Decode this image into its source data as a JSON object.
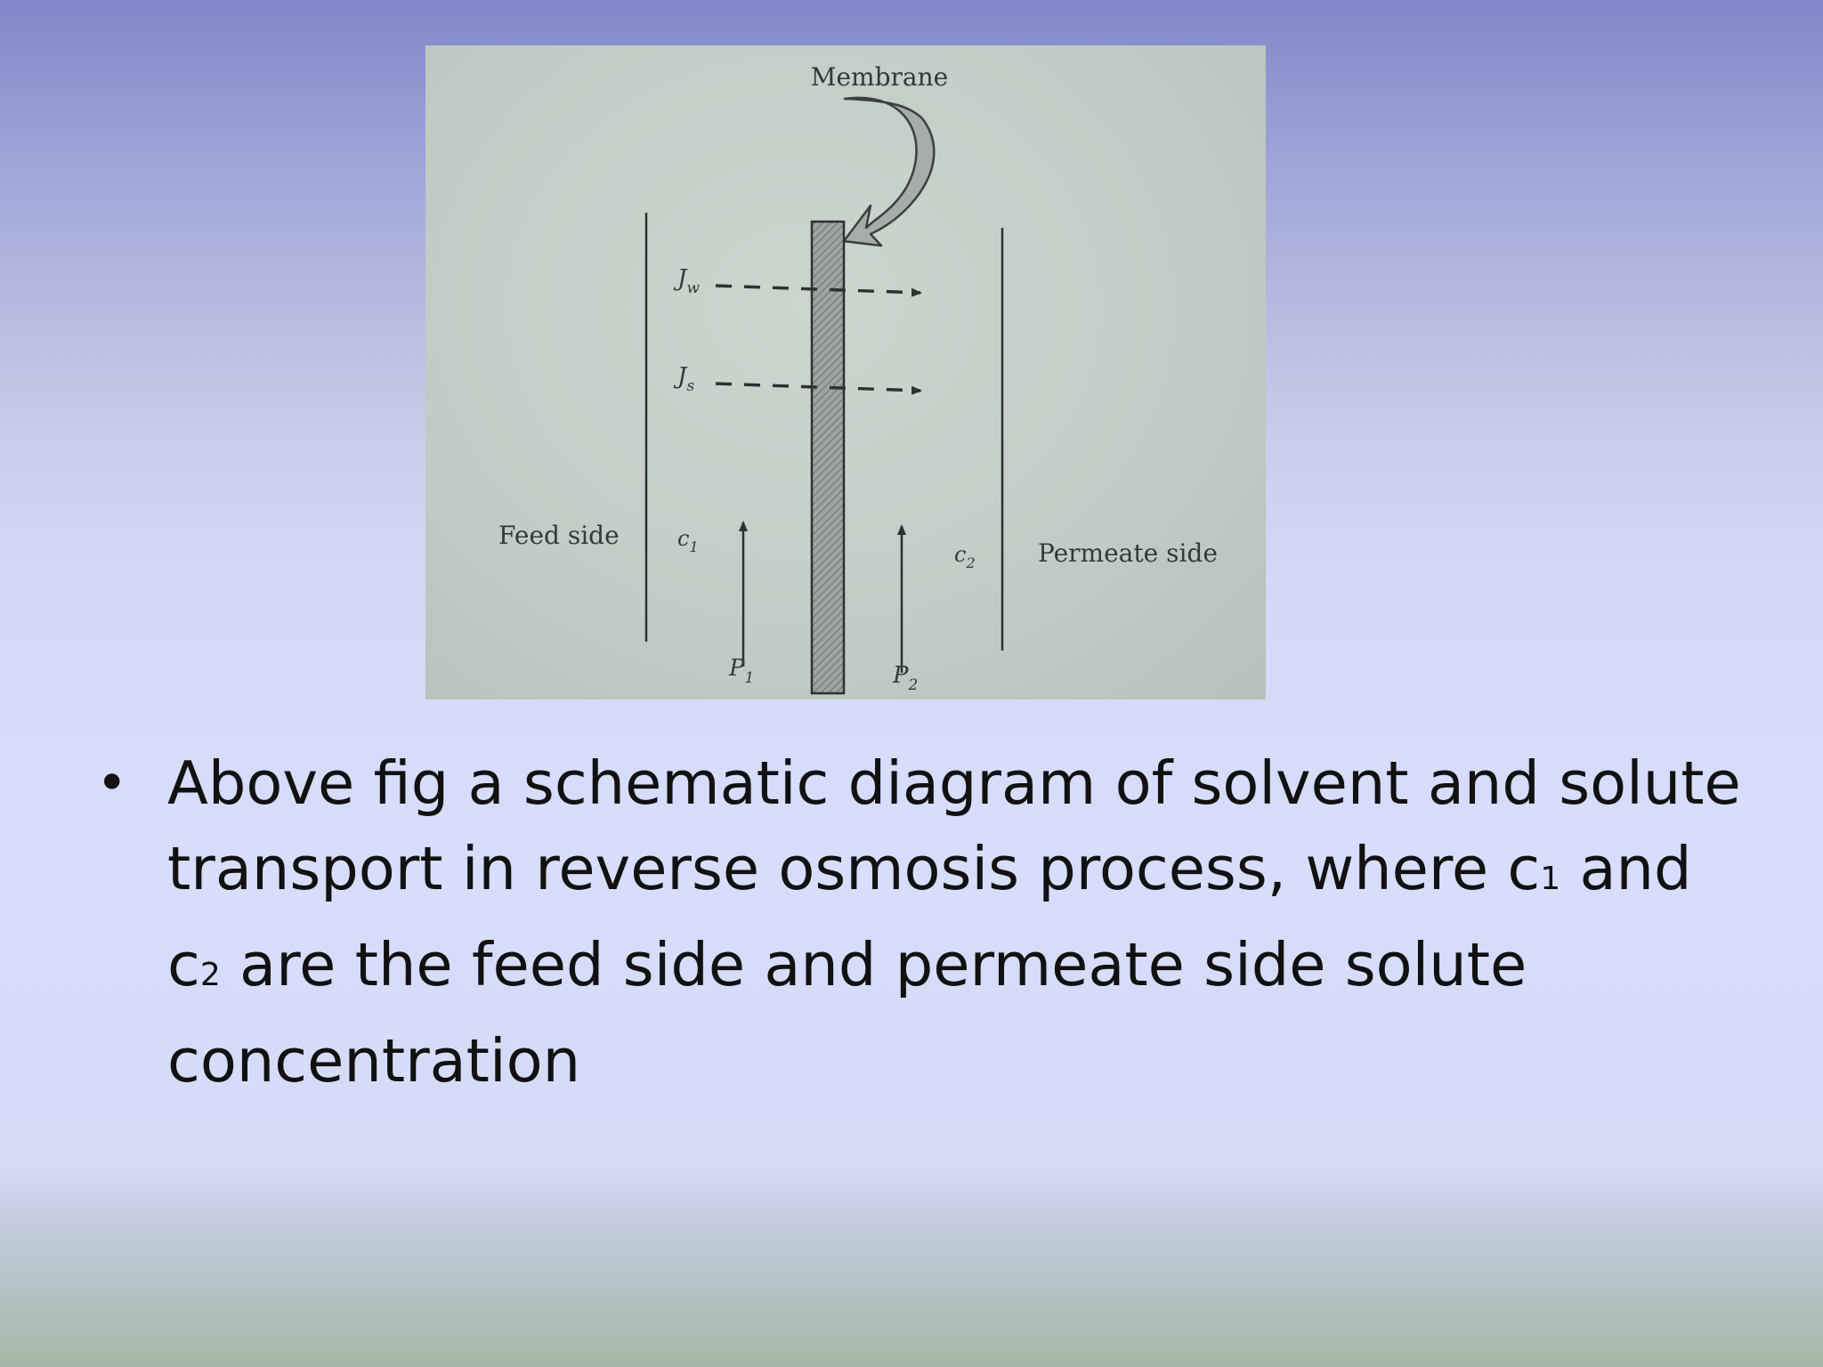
{
  "figure": {
    "membrane_label": "Membrane",
    "feed_side_label": "Feed side",
    "permeate_side_label": "Permeate side",
    "jw_label": "J",
    "jw_sub": "w",
    "js_label": "J",
    "js_sub": "s",
    "c1_label": "c",
    "c1_sub": "1",
    "c2_label": "c",
    "c2_sub": "2",
    "p1_label": "P",
    "p1_sub": "1",
    "p2_label": "P",
    "p2_sub": "2"
  },
  "bullet": {
    "symbol": "•",
    "text_part1": "Above fig a schematic diagram of solvent and solute transport in reverse osmosis process, where c",
    "sub1": "1",
    "text_part2": " and c",
    "sub2": "2",
    "text_part3": " are the feed side and permeate side solute concentration"
  }
}
